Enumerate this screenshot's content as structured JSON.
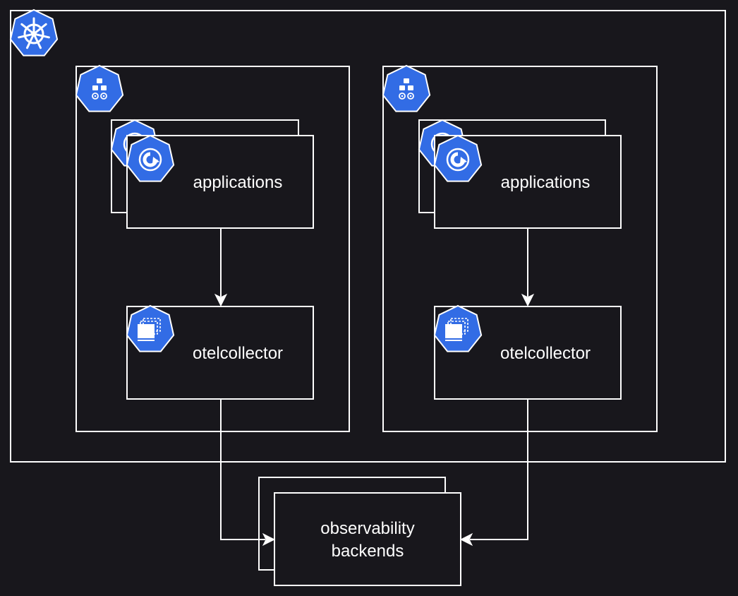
{
  "colors": {
    "background": "#18171c",
    "line": "#ffffff",
    "icon_fill": "#326ce5",
    "text": "#ffffff"
  },
  "cluster": {
    "icon": "kubernetes-helm-icon",
    "nodes": [
      {
        "icon": "node-icon",
        "deployment_icon": "deployment-icon",
        "daemonset_icon": "daemonset-icon",
        "applications_label": "applications",
        "collector_label": "otelcollector"
      },
      {
        "icon": "node-icon",
        "deployment_icon": "deployment-icon",
        "daemonset_icon": "daemonset-icon",
        "applications_label": "applications",
        "collector_label": "otelcollector"
      }
    ]
  },
  "backends": {
    "label_line1": "observability",
    "label_line2": "backends"
  }
}
